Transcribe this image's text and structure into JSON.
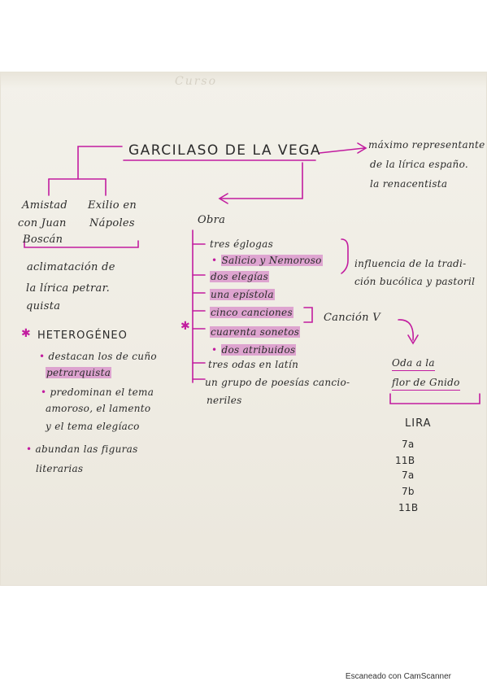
{
  "title": "GARCILASO DE LA VEGA",
  "right_note": [
    "máximo representante",
    "de la lírica españo.",
    "la renacentista"
  ],
  "left_branch": [
    "Amistad",
    "con Juan",
    "Boscán"
  ],
  "left_branch2": [
    "Exilio en",
    "Nápoles"
  ],
  "left_text": [
    "aclimatación de",
    "la lírica petrar.",
    "quista"
  ],
  "heterogeneo": "HETEROGÉNEO",
  "het_items": [
    [
      "destacan los de cuño",
      "petrarquista"
    ],
    [
      "predominan el tema",
      "amoroso, el lamento",
      "y el tema elegíaco"
    ],
    [
      "abundan las figuras",
      "literarias"
    ]
  ],
  "obra_label": "Obra",
  "obra_items": [
    "tres églogas",
    "Salicio y Nemoroso",
    "dos elegías",
    "una epístola",
    "cinco canciones",
    "cuarenta sonetos",
    "dos atribuidos",
    "tres odas en latín",
    "un grupo de poesías cancio-",
    "neriles"
  ],
  "influence": [
    "influencia de la tradi-",
    "ción bucólica y pastoril"
  ],
  "cancion": "Canción V",
  "oda": [
    "Oda a la",
    "flor de Gnido"
  ],
  "lira": "LIRA",
  "lira_scheme": [
    "7a",
    "11B",
    "7a",
    "7b",
    "11B"
  ],
  "faint_header": "Curso",
  "footer": "Escaneado con CamScanner",
  "colors": {
    "ink": "#2b2b2b",
    "accent": "#c21c9f"
  }
}
